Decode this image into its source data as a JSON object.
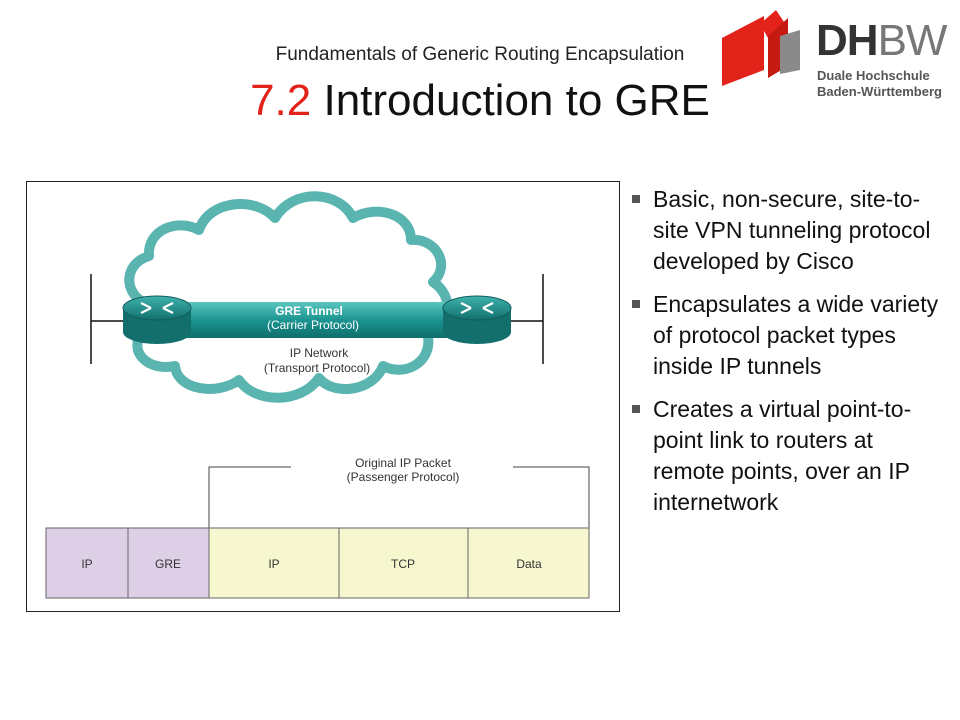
{
  "header": {
    "subtitle": "Fundamentals of Generic Routing Encapsulation",
    "title_number": "7.2",
    "title_text": " Introduction to GRE"
  },
  "logo": {
    "main_bold": "DH",
    "main_light": "BW",
    "line1": "Duale Hochschule",
    "line2": "Baden-Württemberg",
    "colors": {
      "red": "#e2231a",
      "gray": "#808080"
    }
  },
  "diagram": {
    "tunnel_label": "GRE Tunnel",
    "tunnel_sublabel": "(Carrier Protocol)",
    "network_label": "IP Network",
    "network_sublabel": "(Transport Protocol)",
    "packet_label": "Original IP Packet",
    "packet_sublabel": "(Passenger Protocol)",
    "packet_fields": [
      {
        "label": "IP",
        "color": "#ddd0e6"
      },
      {
        "label": "GRE",
        "color": "#ddd0e6"
      },
      {
        "label": "IP",
        "color": "#f6f6cf"
      },
      {
        "label": "TCP",
        "color": "#f6f6cf"
      },
      {
        "label": "Data",
        "color": "#f6f6cf"
      }
    ],
    "colors": {
      "cloud": "#5ab5b0",
      "tunnel": "#1b9490",
      "router": "#1f8f8c"
    }
  },
  "bullets": [
    "Basic, non-secure, site-to-site VPN tunneling protocol developed by Cisco",
    "Encapsulates a wide variety of protocol packet types inside IP tunnels",
    "Creates a virtual point-to-point link to routers at remote points, over an IP internetwork"
  ]
}
